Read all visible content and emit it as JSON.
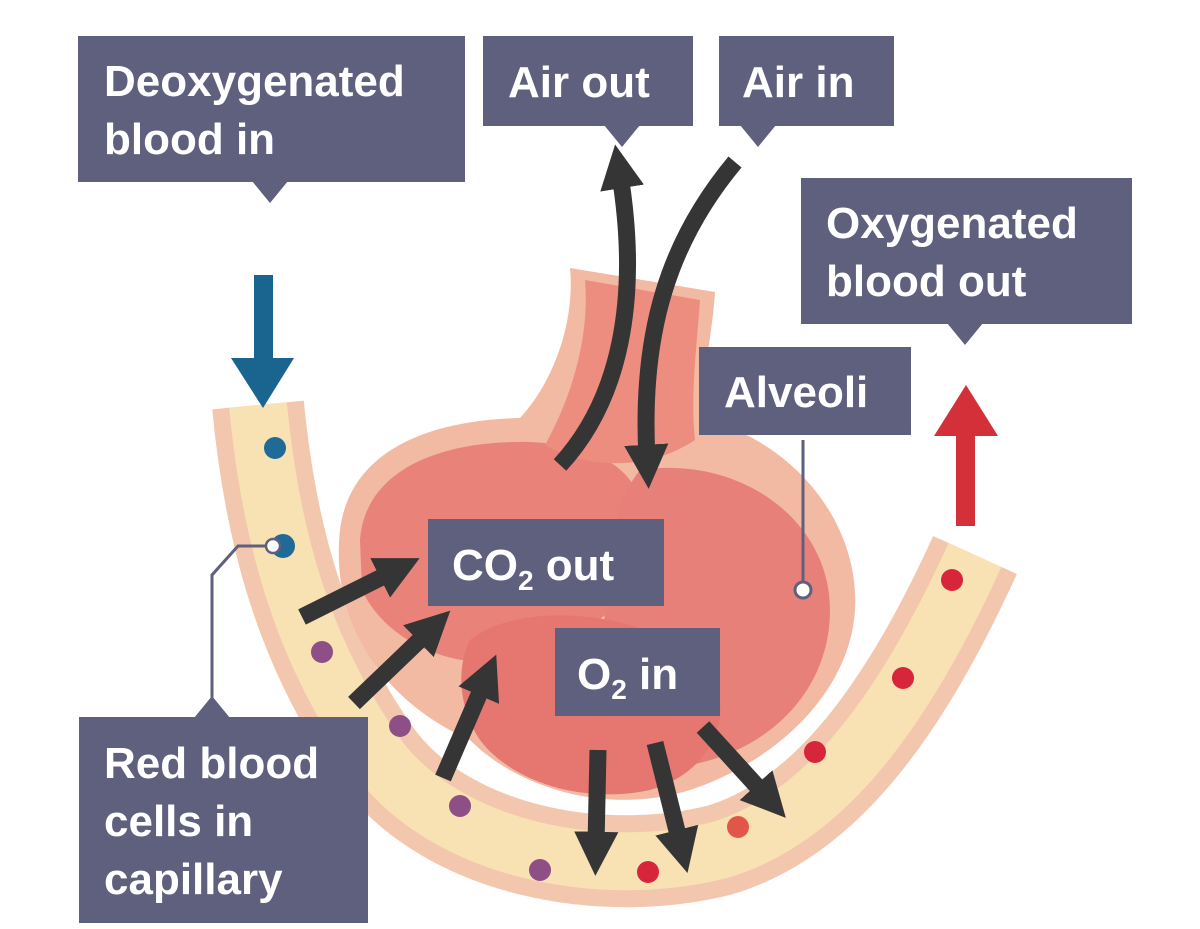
{
  "labels": {
    "deoxygenated_line1": "Deoxygenated",
    "deoxygenated_line2": "blood in",
    "air_out": "Air out",
    "air_in": "Air in",
    "oxygenated_line1": "Oxygenated",
    "oxygenated_line2": "blood out",
    "alveoli": "Alveoli",
    "co2_base": "CO",
    "co2_sub": "2",
    "co2_rest": " out",
    "o2_base": "O",
    "o2_sub": "2",
    "o2_rest": " in",
    "rbc_line1": "Red blood",
    "rbc_line2": "cells in",
    "rbc_line3": "capillary"
  },
  "colors": {
    "label_bg": "#5f5f7e",
    "label_text": "#ffffff",
    "alveolus_outer": "#f2b9a3",
    "alveolus_inner": "#e9837a",
    "capillary_wall": "#f2c7ad",
    "capillary_plasma": "#f8e1b3",
    "deoxygenated_arrow": "#196590",
    "oxygenated_arrow": "#d3303a",
    "gas_arrow": "#353535",
    "cell_blue": "#1f6a96",
    "cell_purple": "#8e4e86",
    "cell_red": "#d7263b"
  }
}
